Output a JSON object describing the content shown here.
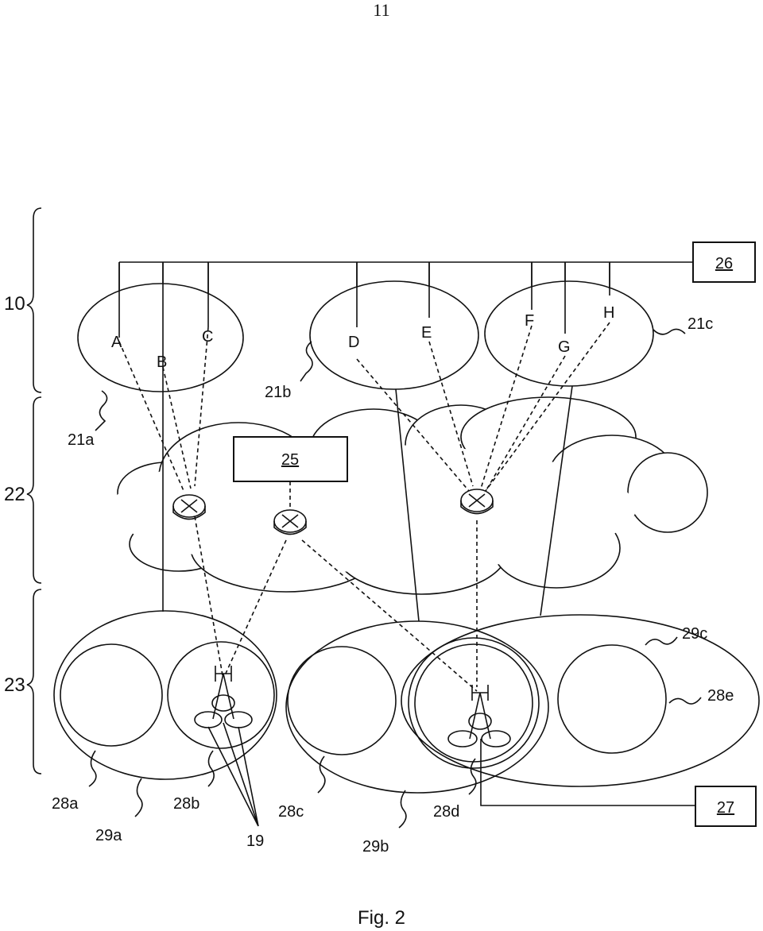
{
  "page_number": "11",
  "figure_caption": "Fig. 2",
  "brackets": {
    "layer_10": "10",
    "layer_22": "22",
    "layer_23": "23"
  },
  "boxes": {
    "box_26": "26",
    "box_25": "25",
    "box_27": "27"
  },
  "nodes": {
    "A": "A",
    "B": "B",
    "C": "C",
    "D": "D",
    "E": "E",
    "F": "F",
    "G": "G",
    "H": "H"
  },
  "refs": {
    "r21a": "21a",
    "r21b": "21b",
    "r21c": "21c",
    "r28a": "28a",
    "r28b": "28b",
    "r28c": "28c",
    "r28d": "28d",
    "r28e": "28e",
    "r29a": "29a",
    "r29b": "29b",
    "r29c": "29c",
    "r19": "19"
  }
}
